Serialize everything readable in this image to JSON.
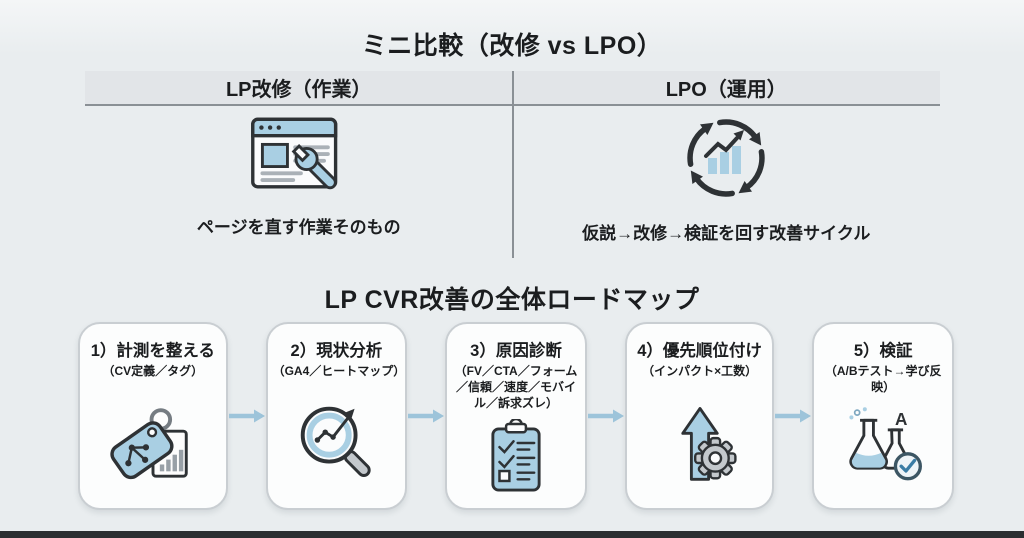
{
  "page": {
    "background": "#eaeef0",
    "bottom_bar_color": "#2b2e31"
  },
  "comparison": {
    "title": "ミニ比較（改修 vs LPO）",
    "columns": [
      {
        "header": "LP改修（作業）",
        "icon": "browser-wrench-icon",
        "caption": "ページを直す作業そのもの"
      },
      {
        "header": "LPO（運用）",
        "icon": "cycle-chart-icon",
        "caption": "仮説→改修→検証を回す改善サイクル"
      }
    ]
  },
  "roadmap": {
    "title": "LP CVR改善の全体ロードマップ",
    "steps": [
      {
        "label": "1）計測を整える",
        "sublabel": "（CV定義／タグ）",
        "icon": "tag-analytics-icon"
      },
      {
        "label": "2）現状分析",
        "sublabel": "（GA4／ヒートマップ）",
        "icon": "magnifier-chart-icon"
      },
      {
        "label": "3）原因診断",
        "sublabel": "（FV／CTA／フォーム／信頼／速度／モバイル／訴求ズレ）",
        "icon": "clipboard-checklist-icon"
      },
      {
        "label": "4）優先順位付け",
        "sublabel": "（インパクト×工数）",
        "icon": "up-arrow-gear-icon"
      },
      {
        "label": "5）検証",
        "sublabel": "（A/Bテスト→学び反映）",
        "icon": "flask-check-icon"
      }
    ]
  },
  "colors": {
    "accent_blue": "#a9cfe3",
    "outline_dark": "#2e3235",
    "header_bg": "#e2e5e8",
    "divider_gray": "#8a9095",
    "box_border": "#c9ced2",
    "arrow_blue": "#9dc4da",
    "text": "#1b1d1f"
  }
}
